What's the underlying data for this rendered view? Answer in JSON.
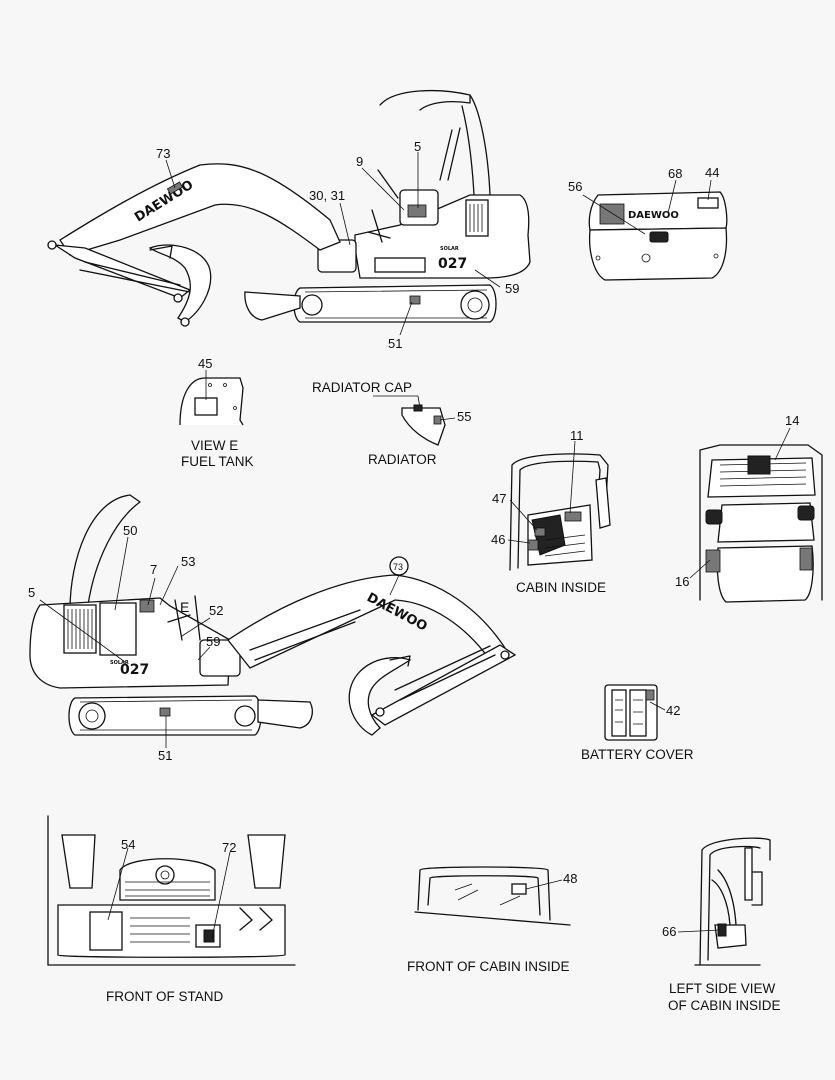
{
  "diagram": {
    "brand": "DAEWOO",
    "model_text": "027",
    "model_prefix": "SOLAR",
    "callout_circled": "73",
    "view_letter": "E",
    "labels": {
      "l73": "73",
      "l5a": "5",
      "l9": "9",
      "l3031": "30, 31",
      "l59a": "59",
      "l51a": "51",
      "l56": "56",
      "l68": "68",
      "l44": "44",
      "l45": "45",
      "l55": "55",
      "l11": "11",
      "l47": "47",
      "l46": "46",
      "l14": "14",
      "l16": "16",
      "l50": "50",
      "l53": "53",
      "l7": "7",
      "l5b": "5",
      "l52": "52",
      "l59b": "59",
      "l51b": "51",
      "l42": "42",
      "l54": "54",
      "l72": "72",
      "l48": "48",
      "l66": "66"
    },
    "captions": {
      "radiator_cap": "RADIATOR CAP",
      "view_e": "VIEW  E",
      "fuel_tank": "FUEL TANK",
      "radiator": "RADIATOR",
      "cabin_inside": "CABIN INSIDE",
      "battery_cover": "BATTERY COVER",
      "front_of_stand": "FRONT OF STAND",
      "front_of_cabin_inside": "FRONT OF CABIN INSIDE",
      "left_side_view_1": "LEFT SIDE VIEW",
      "left_side_view_2": "OF CABIN INSIDE"
    }
  }
}
